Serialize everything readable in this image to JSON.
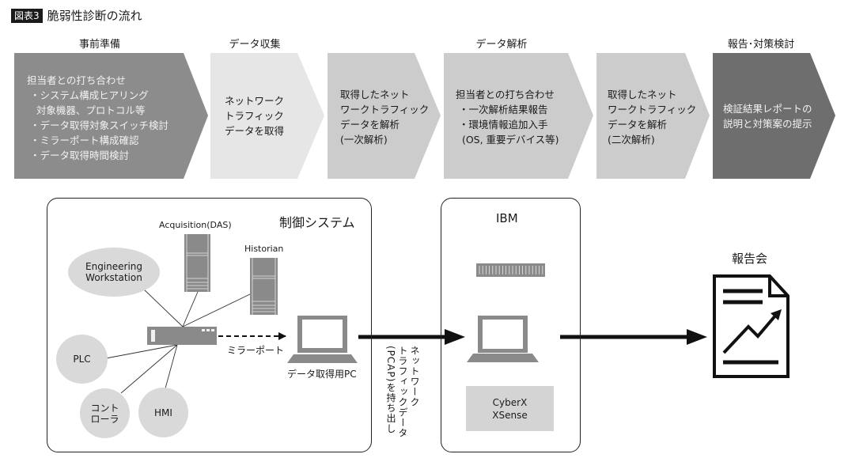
{
  "figure": {
    "badge": "図表3",
    "title": "脆弱性診断の流れ"
  },
  "phases": [
    {
      "label": "事前準備"
    },
    {
      "label": "データ収集"
    },
    {
      "label": "データ解析"
    },
    {
      "label": "報告･対策検討"
    }
  ],
  "steps": [
    {
      "text": "担当者との打ち合わせ\n ・システム構成ヒアリング\n   対象機器、プロトコル等\n ・データ取得対象スイッチ検討\n ・ミラーポート構成確認\n ・データ取得時間検討",
      "color": "#8c8c8c",
      "text_tone": "light"
    },
    {
      "text": "ネットワーク\nトラフィック\nデータを取得",
      "color": "#e6e6e6",
      "text_tone": "dark"
    },
    {
      "text": "取得したネット\nワークトラフィック\nデータを解析\n(一次解析)",
      "color": "#cccccc",
      "text_tone": "dark"
    },
    {
      "text": "担当者との打ち合わせ\n ・一次解析結果報告\n ・環境情報追加入手\n  (OS, 重要デバイス等)",
      "color": "#cccccc",
      "text_tone": "dark"
    },
    {
      "text": "取得したネット\nワークトラフィック\nデータを解析\n(二次解析)",
      "color": "#cccccc",
      "text_tone": "dark"
    },
    {
      "text": "検証結果レポートの\n説明と対策案の提示",
      "color": "#6e6e6e",
      "text_tone": "light"
    }
  ],
  "control_system": {
    "title": "制御システム",
    "acquisition_label": "Acquisition(DAS)",
    "historian_label": "Historian",
    "nodes": {
      "engineering": "Engineering\nWorkstation",
      "plc": "PLC",
      "controller": "コント\nローラ",
      "hmi": "HMI"
    },
    "mirror_port_label": "ミラーポート",
    "pc_label": "データ取得用PC"
  },
  "transfer_label": "ネットワーク\nトラフィックデータ\n(PCAP)を持ち出し",
  "ibm": {
    "title": "IBM",
    "product_line1": "CyberX",
    "product_line2": "XSense"
  },
  "report": {
    "label": "報告会"
  },
  "colors": {
    "device_gray": "#8a8a8a",
    "node_gray": "#d9d9d9",
    "line": "#222222"
  }
}
